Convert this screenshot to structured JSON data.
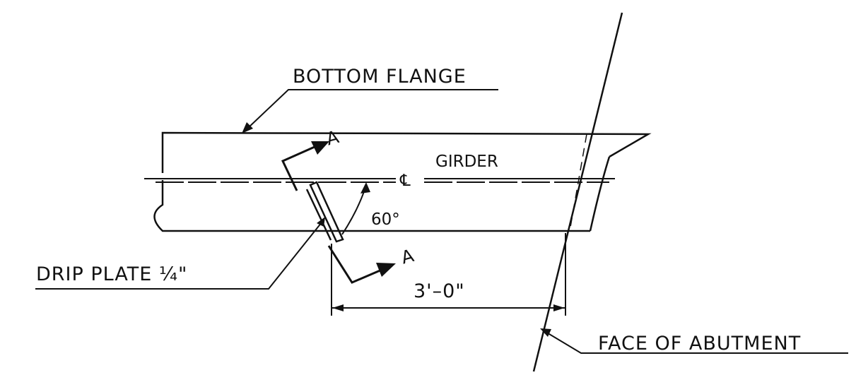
{
  "labels": {
    "bottom_flange": "BOTTOM FLANGE",
    "girder": "GIRDER",
    "centerline_symbol": "℄",
    "angle": "60°",
    "drip_plate": "DRIP PLATE ¼\"",
    "dimension": "3'–0\"",
    "face_of_abutment": "FACE OF ABUTMENT",
    "section_mark_top": "A",
    "section_mark_bottom": "A"
  },
  "colors": {
    "ink": "#111111",
    "background": "#ffffff"
  }
}
